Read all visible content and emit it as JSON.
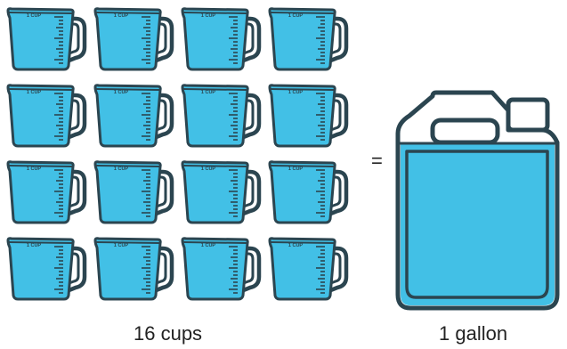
{
  "cup_label": "1 CUP",
  "equals": "=",
  "cups_caption": "16 cups",
  "gallon_caption": "1 gallon",
  "cup_count": 16,
  "colors": {
    "water": "#42c0e6",
    "outline": "#2b4550",
    "text": "#222222",
    "background": "#ffffff"
  },
  "icons": [
    "measuring-cup-icon",
    "gallon-jug-icon"
  ]
}
